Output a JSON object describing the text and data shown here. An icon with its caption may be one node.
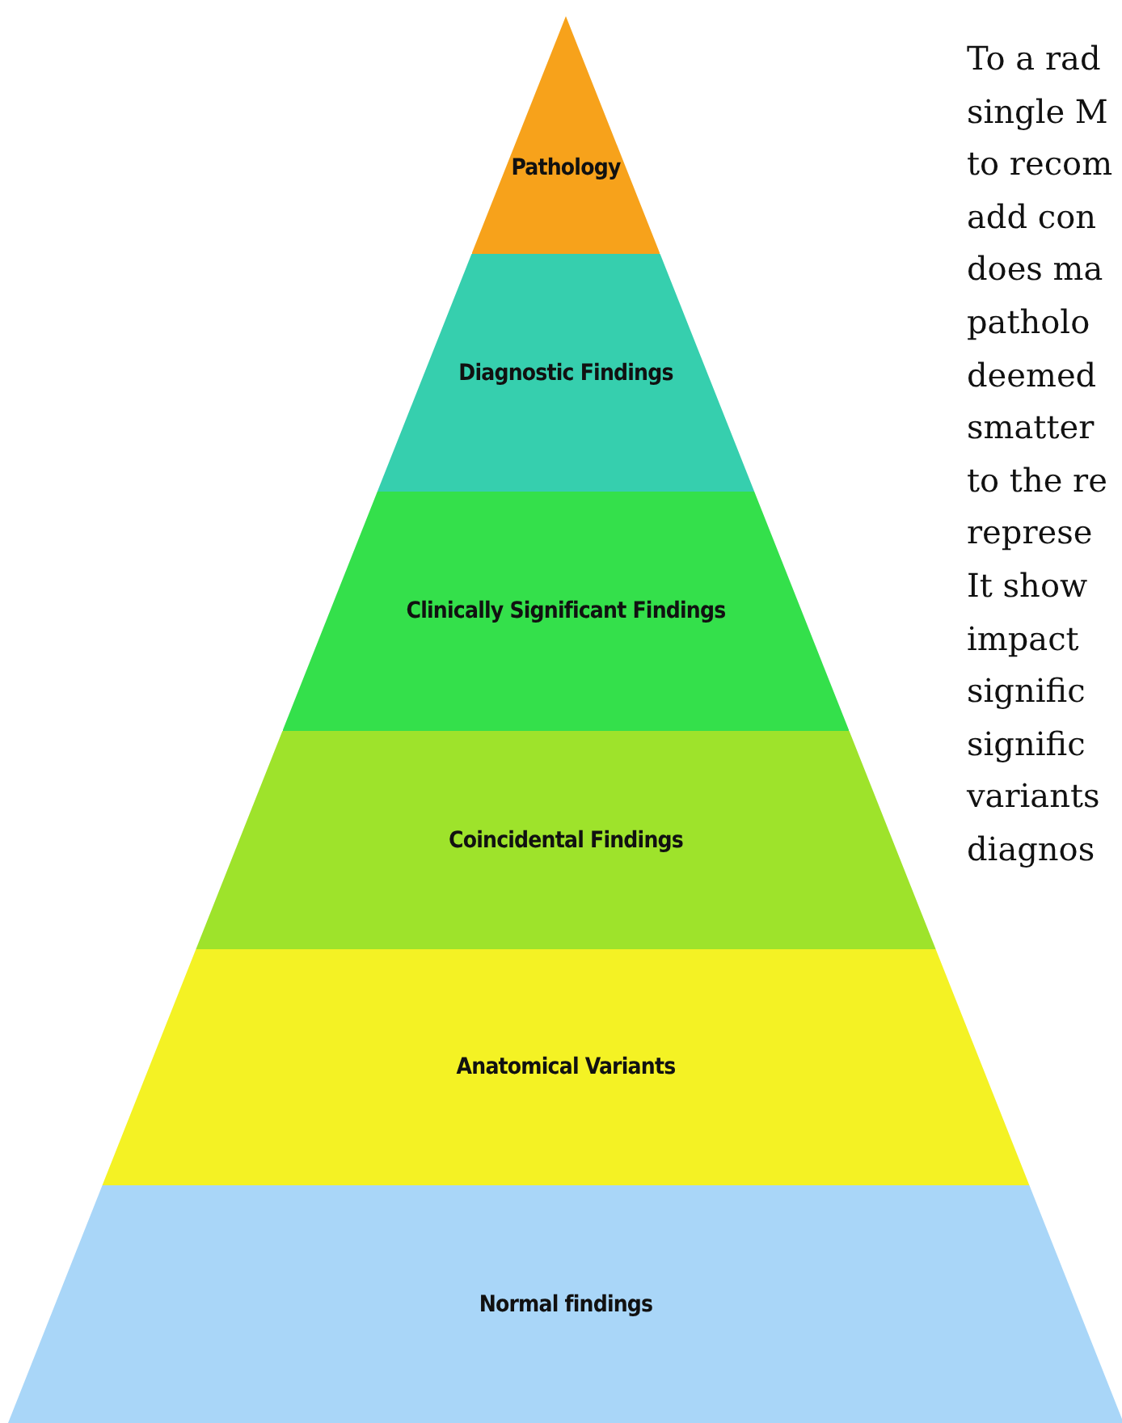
{
  "diagram": {
    "nodes": [
      {
        "text": [
          "Pathology"
        ]
      },
      {
        "text": [
          "Diagnostic Findings"
        ]
      },
      {
        "text": [
          "Clinically Significant Findings"
        ]
      },
      {
        "text": [
          "Coincidental Findings"
        ]
      },
      {
        "text": [
          "Anatomical Variants"
        ]
      },
      {
        "text": [
          "Normal findings"
        ]
      }
    ],
    "labels": [
      "To a rad",
      "single M",
      "to recom",
      "add con",
      "does ma",
      "patholo",
      "deemed",
      "smatter",
      "to the re",
      "represe",
      "It show",
      "impact",
      "signific",
      "signific",
      "variants",
      "diagnos"
    ]
  }
}
